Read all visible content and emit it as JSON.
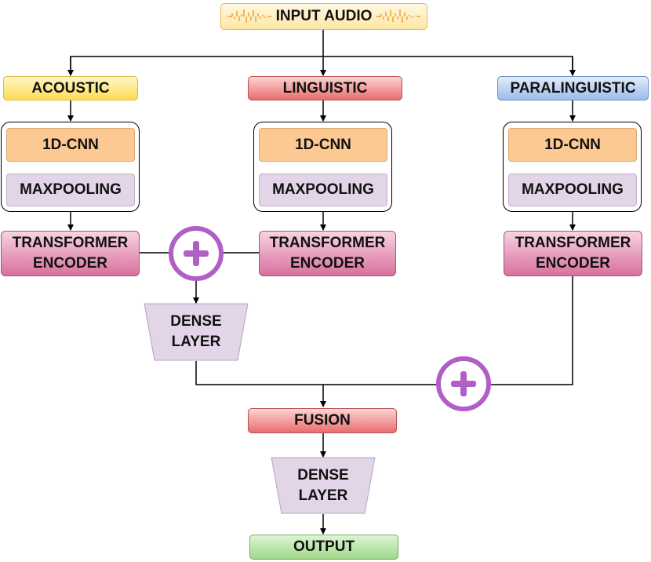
{
  "input": {
    "label": "INPUT AUDIO"
  },
  "branches": {
    "acoustic": {
      "label": "ACOUSTIC",
      "cnn": "1D-CNN",
      "pool": "MAXPOOLING",
      "transformer": "TRANSFORMER\nENCODER"
    },
    "linguistic": {
      "label": "LINGUISTIC",
      "cnn": "1D-CNN",
      "pool": "MAXPOOLING",
      "transformer": "TRANSFORMER\nENCODER"
    },
    "paralinguistic": {
      "label": "PARALINGUISTIC",
      "cnn": "1D-CNN",
      "pool": "MAXPOOLING",
      "transformer": "TRANSFORMER\nENCODER"
    }
  },
  "dense_top": {
    "label": "DENSE\nLAYER"
  },
  "fusion": {
    "label": "FUSION"
  },
  "dense_bottom": {
    "label": "DENSE\nLAYER"
  },
  "output": {
    "label": "OUTPUT"
  },
  "colors": {
    "plus": "#b05fc4",
    "wave": "#e6a33c",
    "line": "#000000"
  }
}
